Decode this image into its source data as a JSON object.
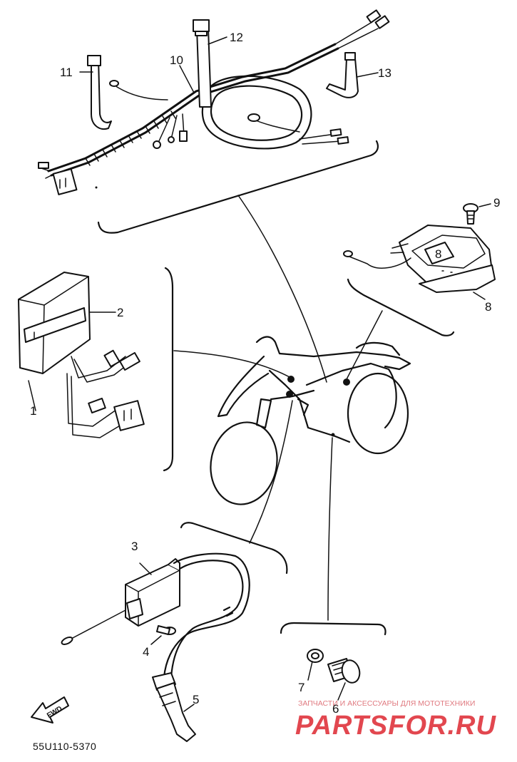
{
  "part_labels": {
    "p1": "1",
    "p2": "2",
    "p3": "3",
    "p4": "4",
    "p5": "5",
    "p6": "6",
    "p7": "7",
    "p8": "8",
    "p9": "9",
    "p10": "10",
    "p11": "11",
    "p12": "12",
    "p13": "13"
  },
  "diagram_code": "55U110-5370",
  "direction_label": "FWD",
  "watermark": {
    "tagline": "ЗАПЧАСТИ И АКСЕССУАРЫ ДЛЯ МОТОТЕХНИКИ",
    "brand": "PARTSFOR.RU"
  }
}
